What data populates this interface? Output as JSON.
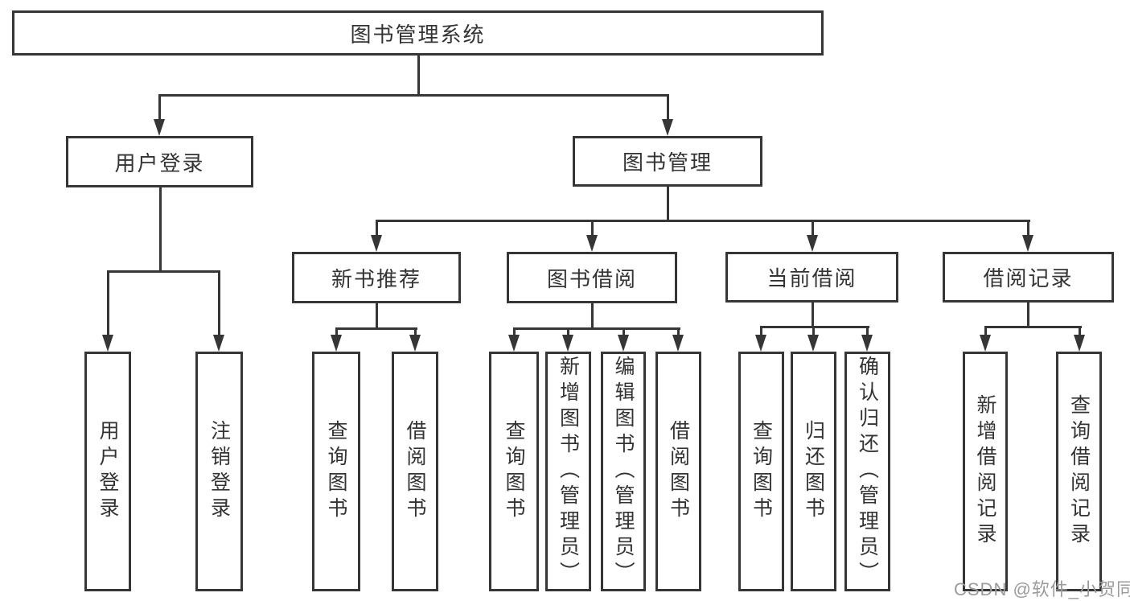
{
  "nodes": {
    "root": "图书管理系统",
    "user_login": "用户登录",
    "book_mgmt": "图书管理",
    "new_book_rec": "新书推荐",
    "book_borrow": "图书借阅",
    "current_borrow": "当前借阅",
    "borrow_record": "借阅记录",
    "leaf_user_login": "用户登录",
    "leaf_logout": "注销登录",
    "leaf_query_book_a": "查询图书",
    "leaf_borrow_book_a": "借阅图书",
    "leaf_query_book_b": "查询图书",
    "leaf_add_book": "新增图书（管理员）",
    "leaf_edit_book": "编辑图书（管理员）",
    "leaf_borrow_book_b": "借阅图书",
    "leaf_query_book_c": "查询图书",
    "leaf_return_book": "归还图书",
    "leaf_confirm_return": "确认归还（管理员）",
    "leaf_add_record": "新增借阅记录",
    "leaf_query_record": "查询借阅记录"
  },
  "watermark": "CSDN @软件_小贺同学",
  "colors": {
    "line": "#363636",
    "text": "#333333",
    "watermark": "#9b9b9b",
    "background": "#ffffff"
  }
}
